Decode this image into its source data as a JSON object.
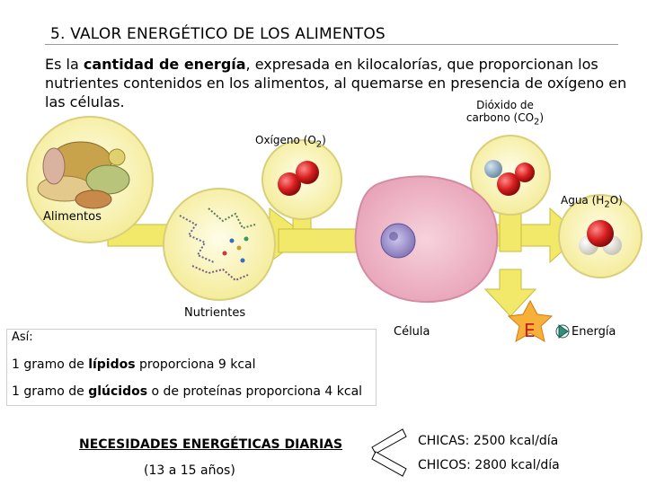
{
  "title": "5. VALOR ENERGÉTICO DE LOS ALIMENTOS",
  "intro": {
    "lead": "Es la ",
    "emph": "cantidad de energía",
    "rest": ", expresada en kilocalorías, que proporcionan los nutrientes contenidos en los alimentos, al quemarse en presencia de oxígeno en las células."
  },
  "labels": {
    "co2_line1": "Dióxido de",
    "co2_line2": "carbono (CO",
    "co2_sub": "2",
    "co2_close": ")",
    "o2": "Oxígeno (O",
    "o2_sub": "2",
    "o2_close": ")",
    "water": "Agua (H",
    "water_sub": "2",
    "water_close": "O)",
    "alimentos": "Alimentos",
    "nutrientes": "Nutrientes",
    "celula": "Célula",
    "energy_letter": "E",
    "energia": "Energía"
  },
  "examples": {
    "asi": "Así:",
    "line1_pre": "1 gramo de ",
    "line1_bold": "lípidos",
    "line1_post": " proporciona 9 kcal",
    "line2_pre": "1 gramo de ",
    "line2_bold": "glúcidos",
    "line2_post": " o de proteínas proporciona 4 kcal"
  },
  "needs": {
    "title": "NECESIDADES ENERGÉTICAS DIARIAS",
    "age": "(13 a 15 años)",
    "girls": "CHICAS: 2500 kcal/día",
    "boys": "CHICOS: 2800 kcal/día"
  },
  "colors": {
    "arrow_yellow": "#f2e86a",
    "circle_fill": "#fbf6c8",
    "circle_stroke": "#d9cf7a",
    "molecule_red": "#d81e1e",
    "cell_pink": "#f0b8c8",
    "nucleus": "#9a8fc9",
    "energy_red": "#cc1a1a",
    "energy_arrow": "#2f8f7a"
  }
}
